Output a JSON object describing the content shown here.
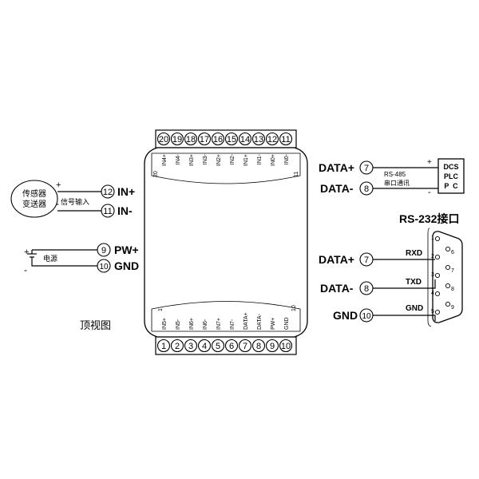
{
  "module": {
    "top_terminals": [
      "20",
      "19",
      "18",
      "17",
      "16",
      "15",
      "14",
      "13",
      "12",
      "11"
    ],
    "bottom_terminals": [
      "1",
      "2",
      "3",
      "4",
      "5",
      "6",
      "7",
      "8",
      "9",
      "10"
    ],
    "top_labels": [
      "IN4+",
      "IN4-",
      "IN3+",
      "IN3-",
      "IN2+",
      "IN2-",
      "IN1+",
      "IN1-",
      "IN0+",
      "IN0-"
    ],
    "bottom_labels": [
      "IN5+",
      "IN5-",
      "IN6+",
      "IN6-",
      "IN7+",
      "IN7-",
      "DATA+",
      "DATA-",
      "PW+",
      "GND"
    ],
    "top_corner_left": "20",
    "top_corner_right": "11",
    "bottom_corner_left": "1",
    "bottom_corner_right": "10",
    "view_label": "顶视图"
  },
  "sensor": {
    "line1": "传感器",
    "line2": "变送器",
    "signal_label": "信号输入",
    "plus": "+",
    "minus": "-",
    "in_plus": {
      "num": "12",
      "label": "IN+"
    },
    "in_minus": {
      "num": "11",
      "label": "IN-"
    }
  },
  "power": {
    "label": "电源",
    "plus": "+",
    "minus": "-",
    "pw_plus": {
      "num": "9",
      "label": "PW+"
    },
    "gnd": {
      "num": "10",
      "label": "GND"
    }
  },
  "rs485": {
    "data_plus": {
      "num": "7",
      "label": "DATA+"
    },
    "data_minus": {
      "num": "8",
      "label": "DATA-"
    },
    "bus_label": "RS-485",
    "bus_sub": "串口通讯",
    "plus": "+",
    "minus": "-",
    "box_lines": [
      "DCS",
      "PLC",
      "P  C"
    ]
  },
  "rs232": {
    "title": "RS-232接口",
    "data_plus": {
      "num": "7",
      "label": "DATA+",
      "signal": "RXD"
    },
    "data_minus": {
      "num": "8",
      "label": "DATA-",
      "signal": "TXD"
    },
    "gnd": {
      "num": "10",
      "label": "GND",
      "signal": "GND"
    },
    "pins_left": [
      "1",
      "2",
      "3",
      "4",
      "5"
    ],
    "pins_right": [
      "6",
      "7",
      "8",
      "9"
    ]
  }
}
